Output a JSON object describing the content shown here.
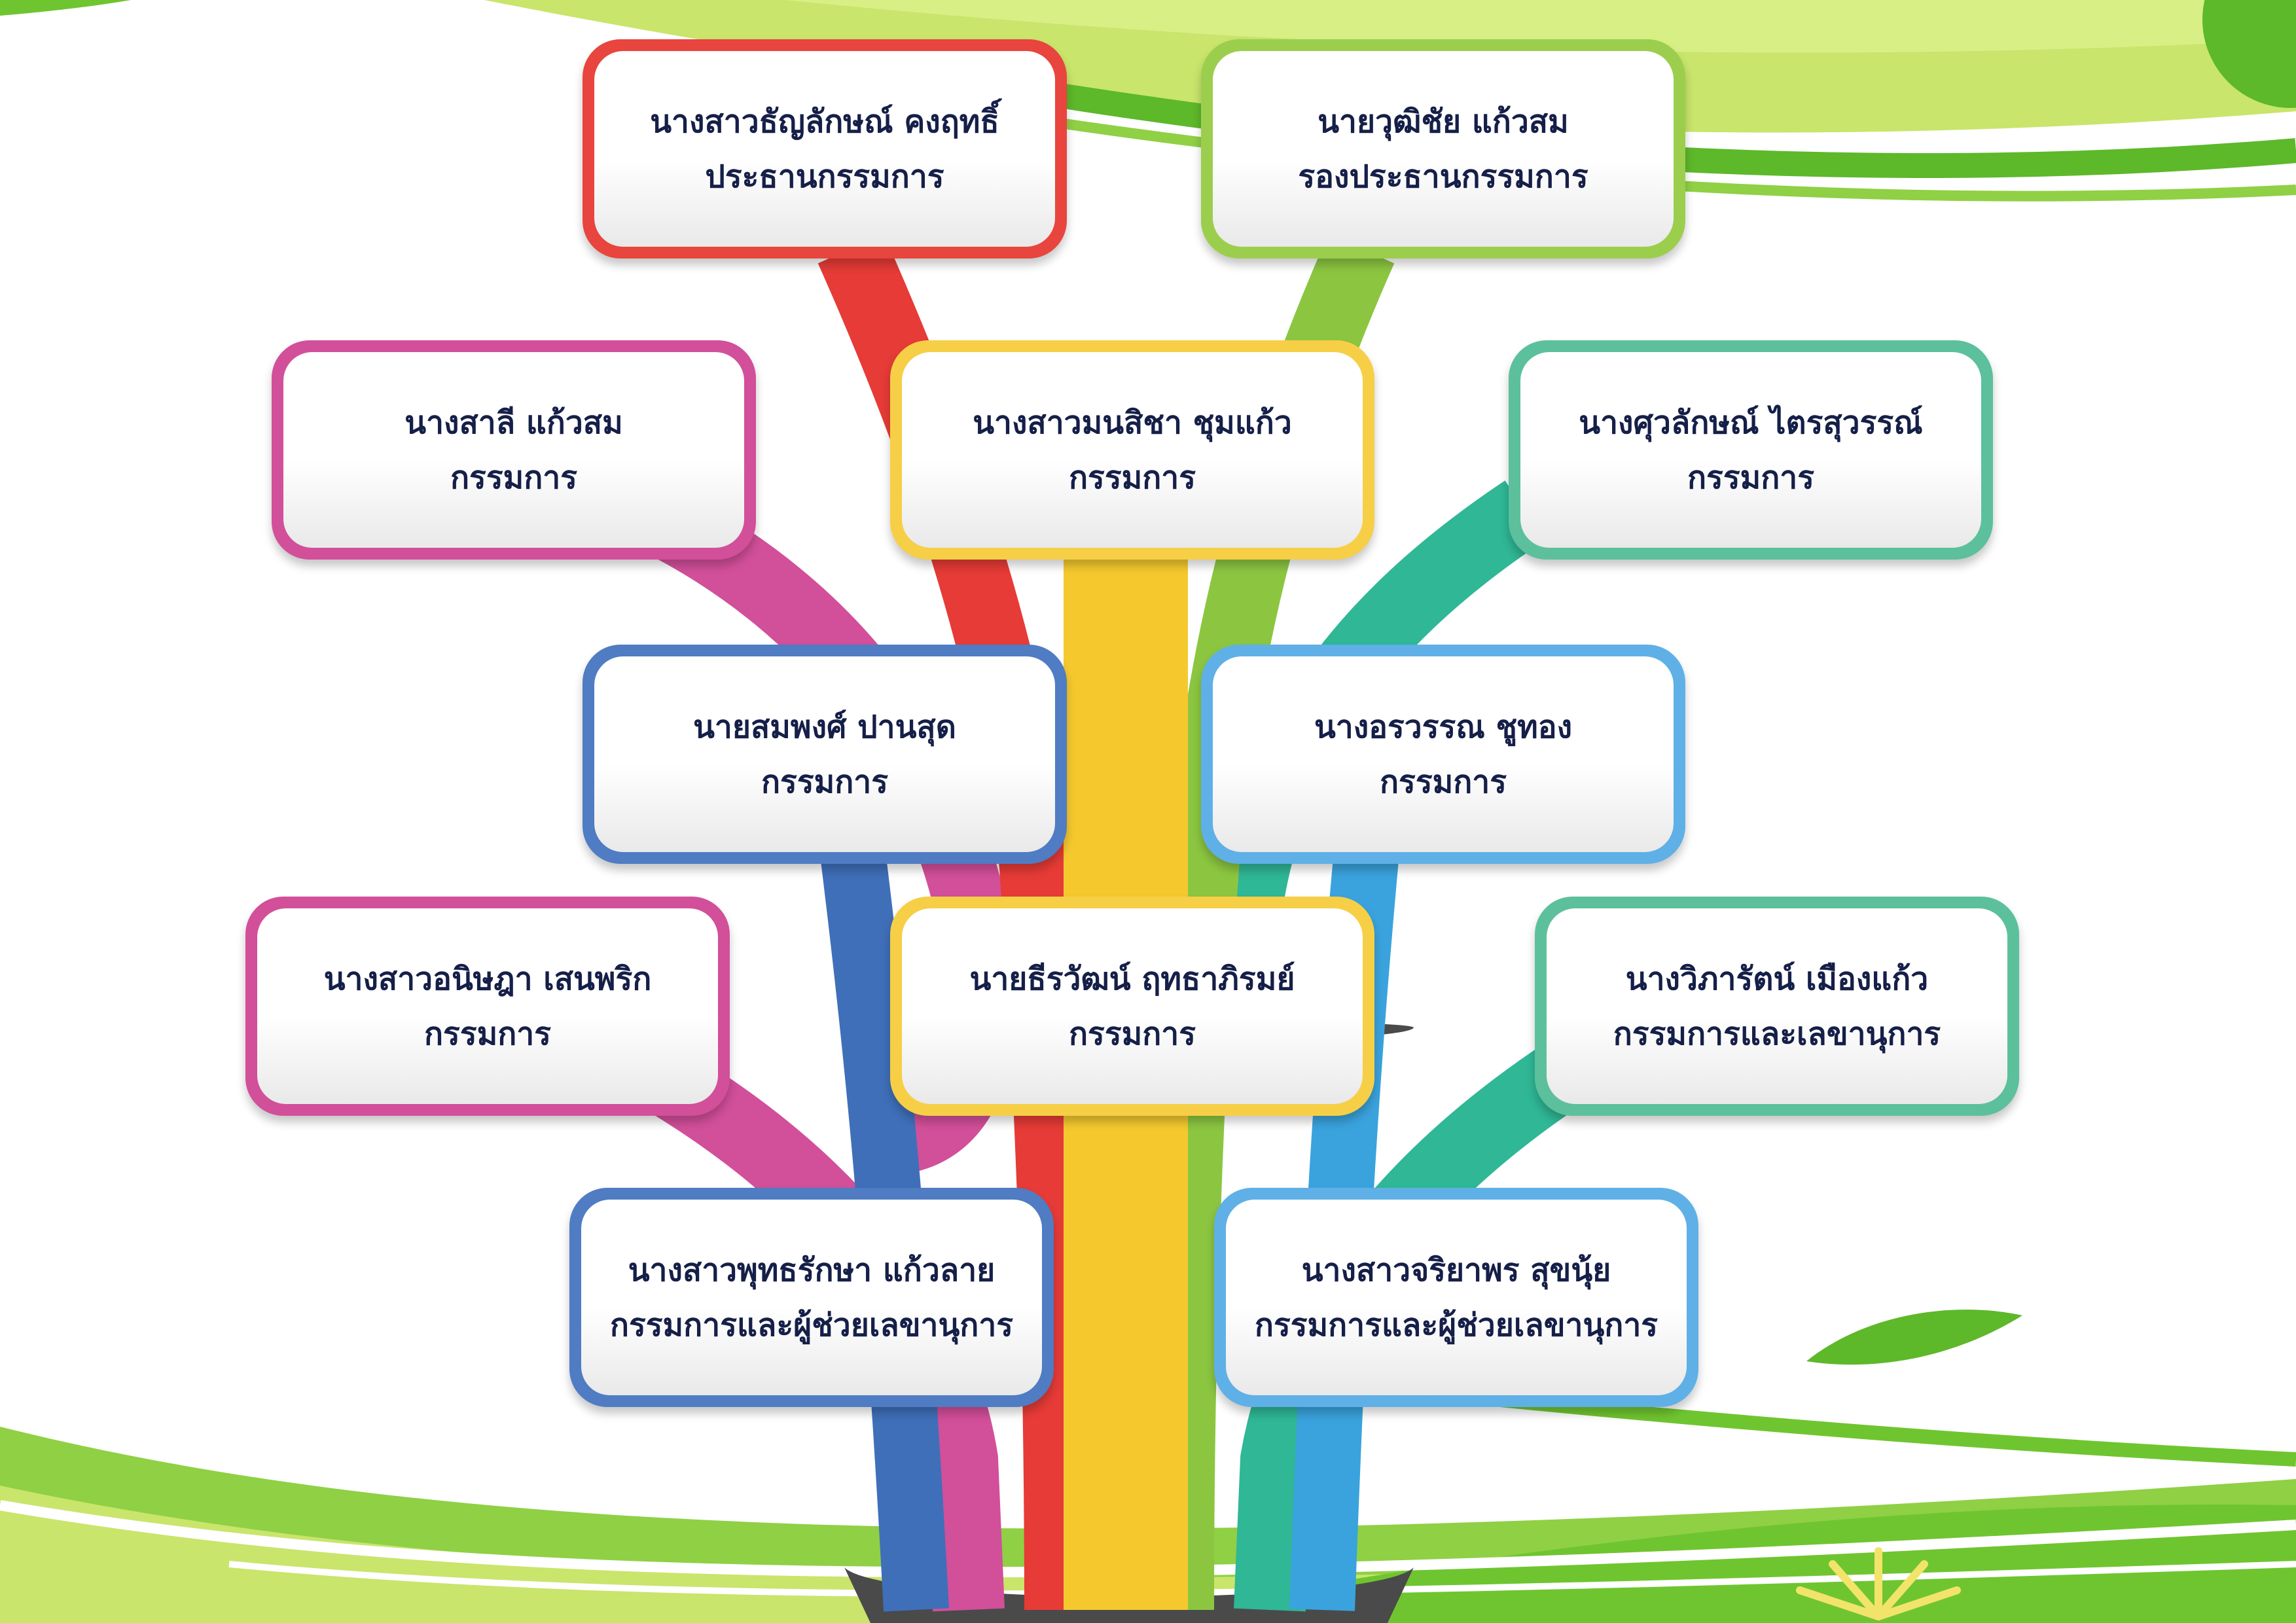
{
  "colors": {
    "red": "#e8453e",
    "green": "#9cce4e",
    "pink": "#d24f9a",
    "yellow": "#f6cf47",
    "teal": "#5cc09c",
    "blue": "#4f7cc3",
    "sky": "#5fb0e6",
    "leaf_green": "#6fc52f",
    "text": "#151f48"
  },
  "members": [
    {
      "name": "นางสาวธัญลักษณ์ คงฤทธิ์",
      "role": "ประธานกรรมการ",
      "color": "red"
    },
    {
      "name": "นายวุฒิชัย แก้วสม",
      "role": "รองประธานกรรมการ",
      "color": "green"
    },
    {
      "name": "นางสาลี แก้วสม",
      "role": "กรรมการ",
      "color": "pink"
    },
    {
      "name": "นางสาวมนสิชา ชุมแก้ว",
      "role": "กรรมการ",
      "color": "yellow"
    },
    {
      "name": "นางศุวลักษณ์ ไตรสุวรรณ์",
      "role": "กรรมการ",
      "color": "teal"
    },
    {
      "name": "นายสมพงศ์ ปานสุด",
      "role": "กรรมการ",
      "color": "blue"
    },
    {
      "name": "นางอรวรรณ ชูทอง",
      "role": "กรรมการ",
      "color": "sky"
    },
    {
      "name": "นางสาวอนิษฎา เสนพริก",
      "role": "กรรมการ",
      "color": "pink"
    },
    {
      "name": "นายธีรวัฒน์ ฤทธาภิรมย์",
      "role": "กรรมการ",
      "color": "yellow"
    },
    {
      "name": "นางวิภารัตน์ เมืองแก้ว",
      "role": "กรรมการและเลขานุการ",
      "color": "teal"
    },
    {
      "name": "นางสาวพุทธรักษา แก้วลาย",
      "role": "กรรมการและผู้ช่วยเลขานุการ",
      "color": "blue"
    },
    {
      "name": "นางสาวจริยาพร สุขนุ้ย",
      "role": "กรรมการและผู้ช่วยเลขานุการ",
      "color": "sky"
    }
  ]
}
